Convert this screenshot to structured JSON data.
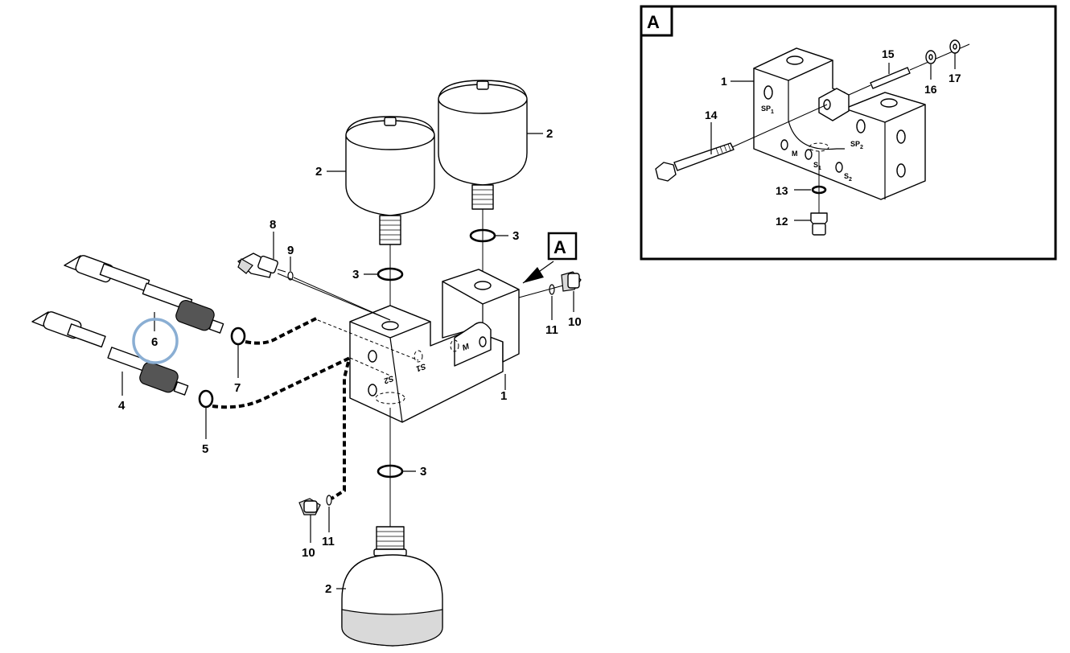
{
  "main_view": {
    "view_label": "A",
    "callouts": {
      "block": "1",
      "accumulator_top_left": "2",
      "accumulator_top_right": "2",
      "accumulator_bottom": "2",
      "oring_left": "3",
      "oring_right": "3",
      "oring_bottom": "3",
      "hose_lower": "4",
      "seal_lower": "5",
      "hose_upper_highlighted": "6",
      "seal_upper": "7",
      "valve": "8",
      "valve_seal": "9",
      "plug_right": "10",
      "plug_bottom": "10",
      "plug_seal_right": "11",
      "plug_seal_bottom": "11"
    },
    "port_marks": {
      "port_m": "M",
      "port_s1": "S1",
      "port_s2": "S2"
    }
  },
  "detail_view": {
    "view_label": "A",
    "callouts": {
      "block": "1",
      "plug": "12",
      "washer": "13",
      "bolt": "14",
      "pin": "15",
      "washer_16": "16",
      "washer_17": "17"
    },
    "port_marks": {
      "sp1": "SP1",
      "sp2": "SP2",
      "m": "M",
      "s1": "S1",
      "s2": "S2"
    }
  }
}
